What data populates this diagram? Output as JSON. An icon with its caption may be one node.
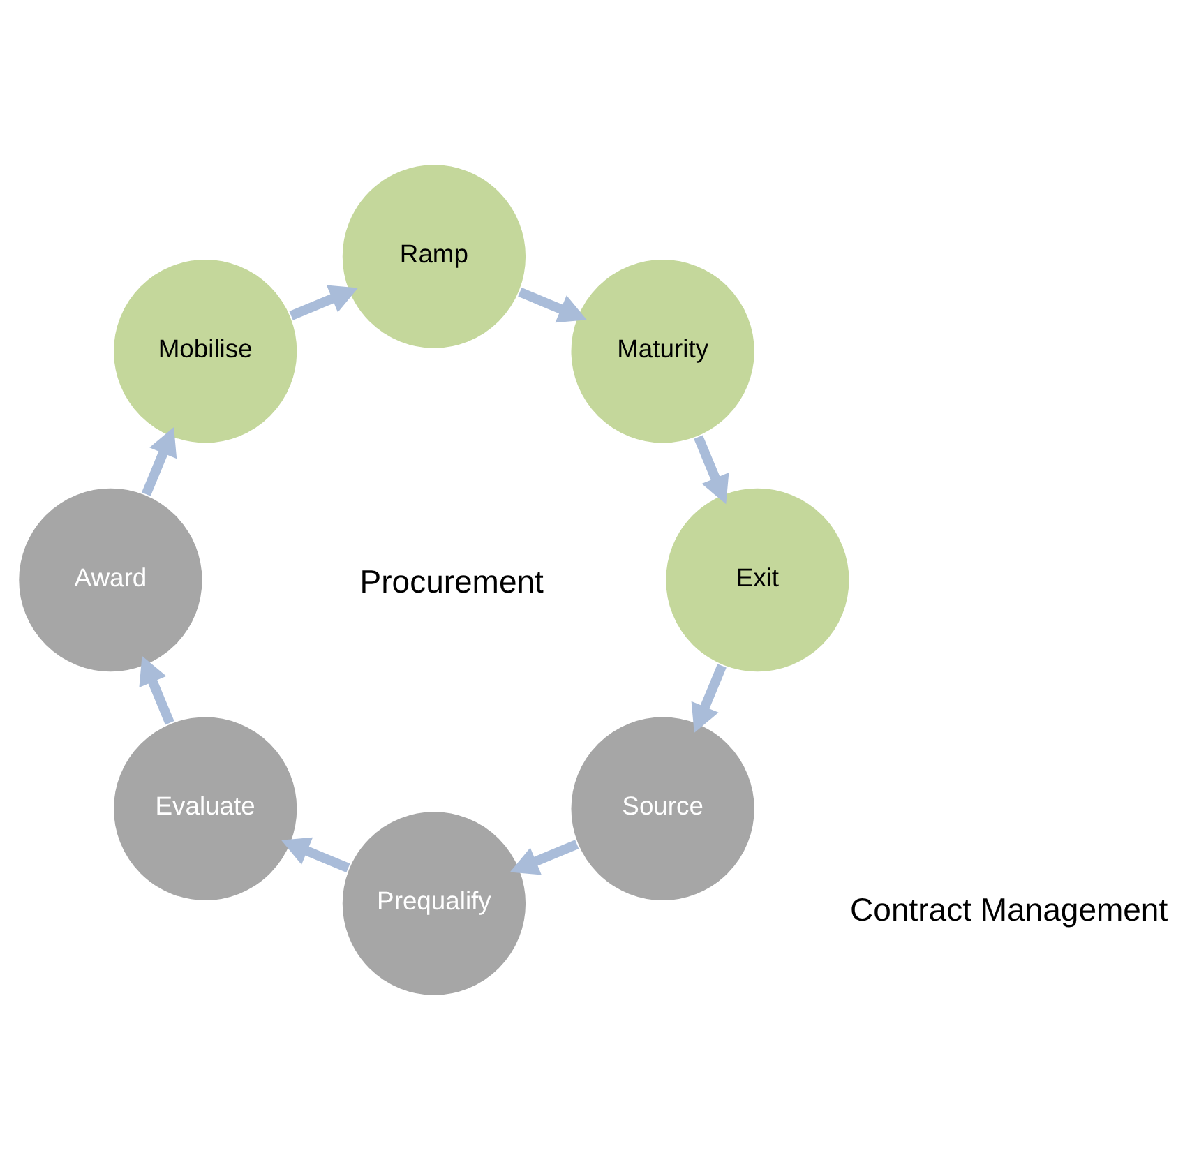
{
  "diagram": {
    "nodes": [
      {
        "text": [
          "Source"
        ]
      },
      {
        "text": [
          "Prequalify"
        ]
      },
      {
        "text": [
          "Evaluate"
        ]
      },
      {
        "text": [
          "Award"
        ]
      },
      {
        "text": [
          "Mobilise"
        ]
      },
      {
        "text": [
          "Ramp"
        ]
      },
      {
        "text": [
          "Maturity"
        ]
      },
      {
        "text": [
          "Exit"
        ]
      }
    ],
    "edges": [
      {
        "from": 0,
        "to": 1,
        "arrow": "to"
      },
      {
        "from": 1,
        "to": 2,
        "arrow": "to"
      },
      {
        "from": 2,
        "to": 3,
        "arrow": "to"
      },
      {
        "from": 3,
        "to": 4,
        "arrow": "to"
      },
      {
        "from": 4,
        "to": 5,
        "arrow": "to"
      },
      {
        "from": 5,
        "to": 6,
        "arrow": "to"
      },
      {
        "from": 6,
        "to": 7,
        "arrow": "to"
      },
      {
        "from": 7,
        "to": 0,
        "arrow": "to"
      }
    ],
    "labels": [
      "Procurement",
      "Contract Management"
    ]
  }
}
